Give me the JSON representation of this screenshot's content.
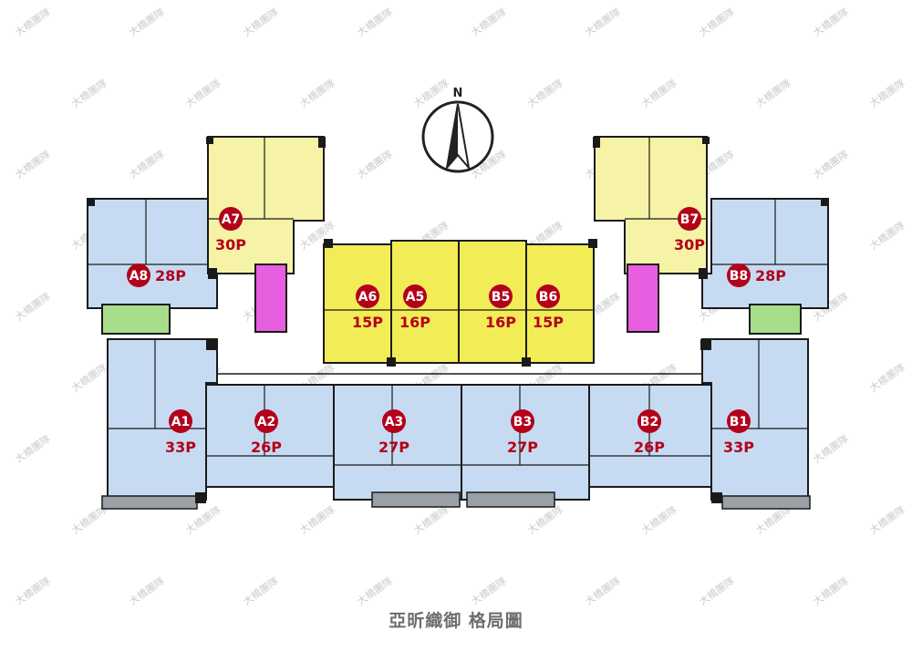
{
  "north_label": "N",
  "watermark_text": "大橋團隊",
  "caption": "亞昕織御 格局圖",
  "colors": {
    "blue_unit": "#c6dbf1",
    "yellow_unit": "#f6f2a6",
    "bright_yellow_unit": "#f2ec57",
    "elevator": "#e85ee0",
    "stair": "#a6dd8a",
    "badge": "#b3001b",
    "area_text": "#b3001b",
    "wall": "#1a1a1a"
  },
  "units": [
    {
      "code": "A1",
      "area": "33P"
    },
    {
      "code": "A2",
      "area": "26P"
    },
    {
      "code": "A3",
      "area": "27P"
    },
    {
      "code": "A5",
      "area": "16P"
    },
    {
      "code": "A6",
      "area": "15P"
    },
    {
      "code": "A7",
      "area": "30P"
    },
    {
      "code": "A8",
      "area": "28P"
    },
    {
      "code": "B1",
      "area": "33P"
    },
    {
      "code": "B2",
      "area": "26P"
    },
    {
      "code": "B3",
      "area": "27P"
    },
    {
      "code": "B5",
      "area": "16P"
    },
    {
      "code": "B6",
      "area": "15P"
    },
    {
      "code": "B7",
      "area": "30P"
    },
    {
      "code": "B8",
      "area": "28P"
    }
  ]
}
